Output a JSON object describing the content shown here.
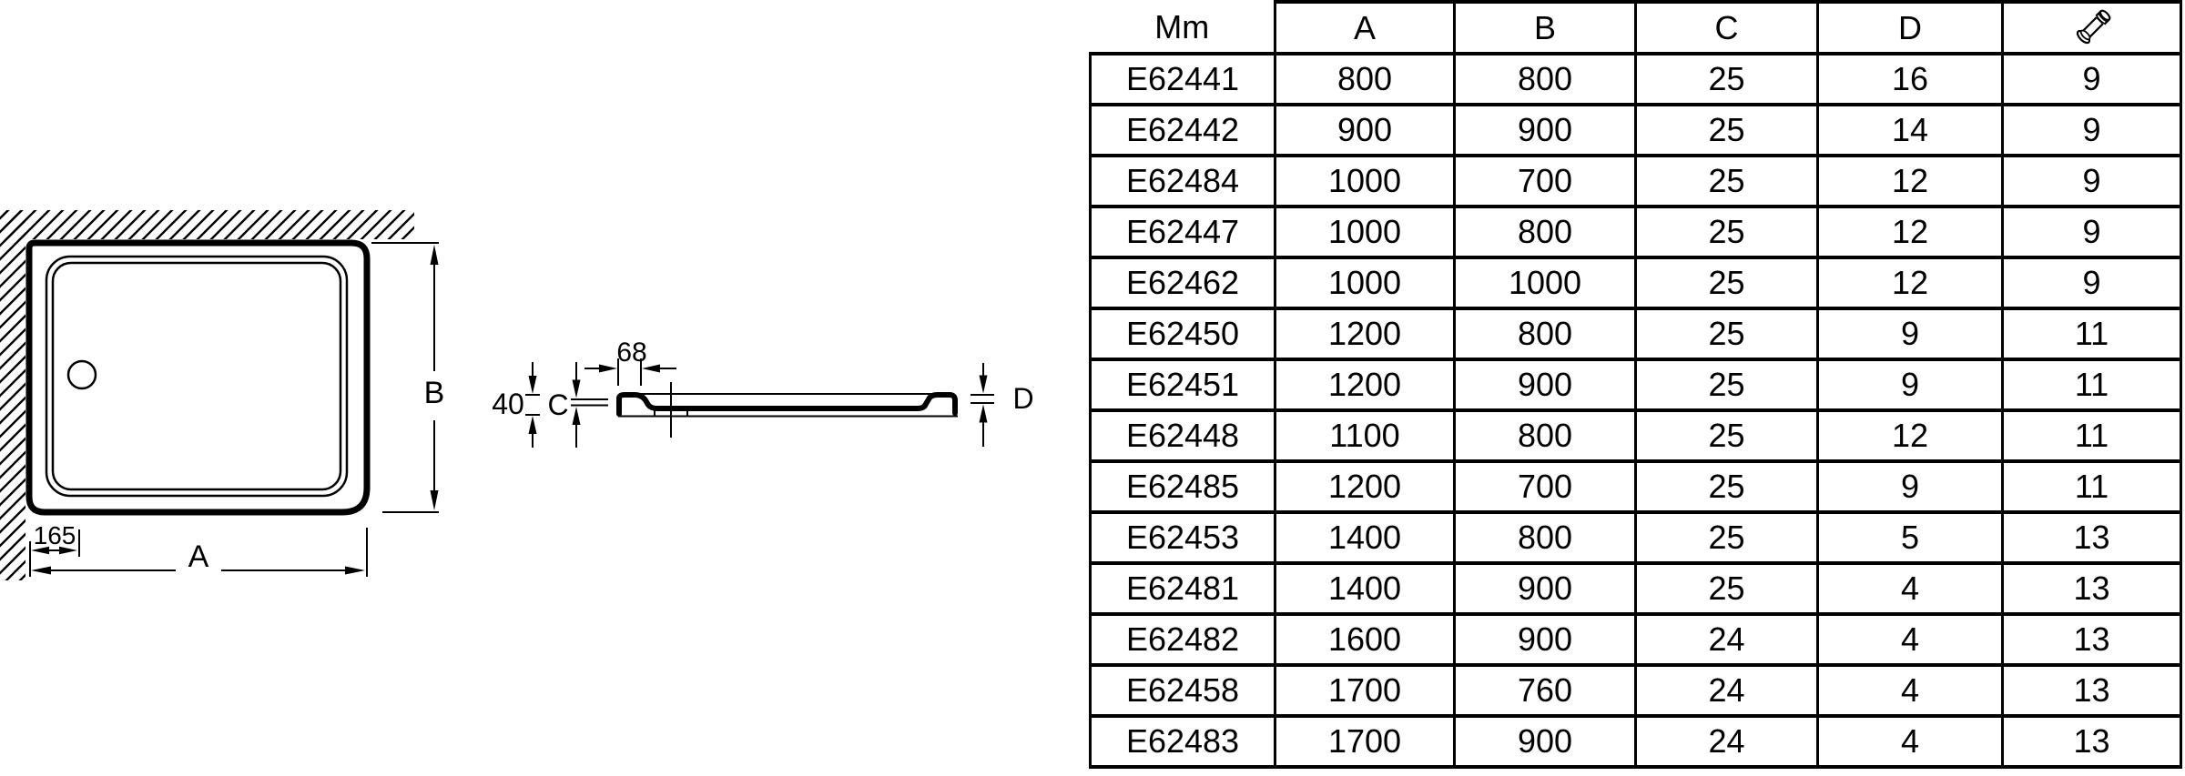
{
  "diagram": {
    "plan": {
      "width_label": "A",
      "depth_label": "B",
      "drain_offset_label": "165"
    },
    "profile": {
      "overall_height_label": "40",
      "rim_height_label": "C",
      "drain_edge_offset_label": "68",
      "depth_drop_label": "D"
    }
  },
  "table": {
    "header": {
      "col_ref": "Mm",
      "col_a": "A",
      "col_b": "B",
      "col_c": "C",
      "col_d": "D",
      "col_legs_icon": "leg-bolt-icon"
    },
    "rows": [
      {
        "ref": "E62441",
        "a": "800",
        "b": "800",
        "c": "25",
        "d": "16",
        "legs": "9"
      },
      {
        "ref": "E62442",
        "a": "900",
        "b": "900",
        "c": "25",
        "d": "14",
        "legs": "9"
      },
      {
        "ref": "E62484",
        "a": "1000",
        "b": "700",
        "c": "25",
        "d": "12",
        "legs": "9"
      },
      {
        "ref": "E62447",
        "a": "1000",
        "b": "800",
        "c": "25",
        "d": "12",
        "legs": "9"
      },
      {
        "ref": "E62462",
        "a": "1000",
        "b": "1000",
        "c": "25",
        "d": "12",
        "legs": "9"
      },
      {
        "ref": "E62450",
        "a": "1200",
        "b": "800",
        "c": "25",
        "d": "9",
        "legs": "11"
      },
      {
        "ref": "E62451",
        "a": "1200",
        "b": "900",
        "c": "25",
        "d": "9",
        "legs": "11"
      },
      {
        "ref": "E62448",
        "a": "1100",
        "b": "800",
        "c": "25",
        "d": "12",
        "legs": "11"
      },
      {
        "ref": "E62485",
        "a": "1200",
        "b": "700",
        "c": "25",
        "d": "9",
        "legs": "11"
      },
      {
        "ref": "E62453",
        "a": "1400",
        "b": "800",
        "c": "25",
        "d": "5",
        "legs": "13"
      },
      {
        "ref": "E62481",
        "a": "1400",
        "b": "900",
        "c": "25",
        "d": "4",
        "legs": "13"
      },
      {
        "ref": "E62482",
        "a": "1600",
        "b": "900",
        "c": "24",
        "d": "4",
        "legs": "13"
      },
      {
        "ref": "E62458",
        "a": "1700",
        "b": "760",
        "c": "24",
        "d": "4",
        "legs": "13"
      },
      {
        "ref": "E62483",
        "a": "1700",
        "b": "900",
        "c": "24",
        "d": "4",
        "legs": "13"
      }
    ]
  },
  "colors": {
    "line": "#000000",
    "background": "#ffffff"
  }
}
